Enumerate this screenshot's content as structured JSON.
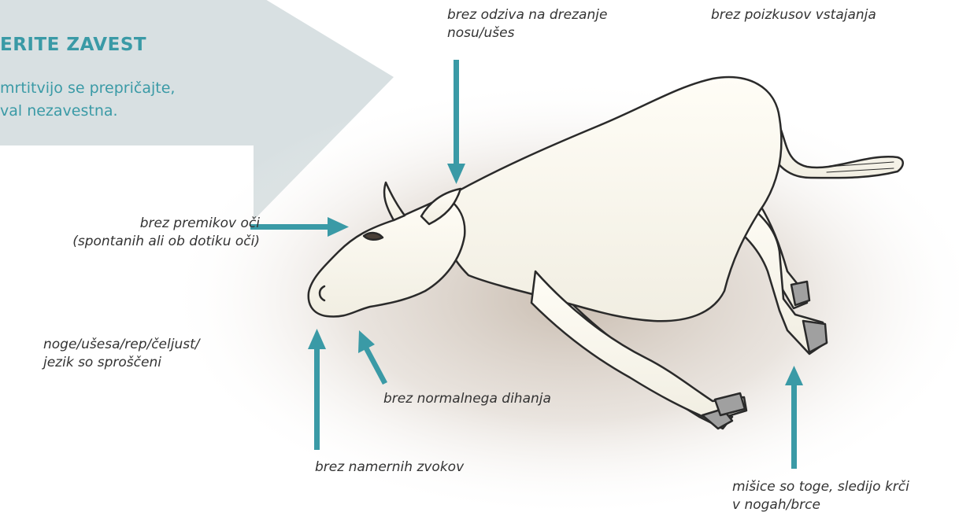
{
  "title_box": {
    "heading": "ERITE ZAVEST",
    "lines": [
      "mrtitvijo se prepričajte,",
      "val nezavestna."
    ]
  },
  "annotations": {
    "nose_ears": [
      "brez odziva na drezanje",
      "nosu/ušes"
    ],
    "standing": [
      "brez poizkusov vstajanja"
    ],
    "eyes": [
      "brez premikov oči",
      "(spontanih ali ob dotiku oči)"
    ],
    "relaxed": [
      "noge/ušesa/rep/čeljust/",
      "jezik so sproščeni"
    ],
    "breathing": [
      "brez normalnega dihanja"
    ],
    "sounds": [
      "brez namernih zvokov"
    ],
    "muscles": [
      "mišice so toge, sledijo krči",
      "v nogah/brce"
    ]
  },
  "colors": {
    "panel": "#d8e0e2",
    "accent": "#3a9aa6",
    "text": "#333333",
    "cow": "#fbfaf2",
    "hoof": "#a0a0a0"
  }
}
